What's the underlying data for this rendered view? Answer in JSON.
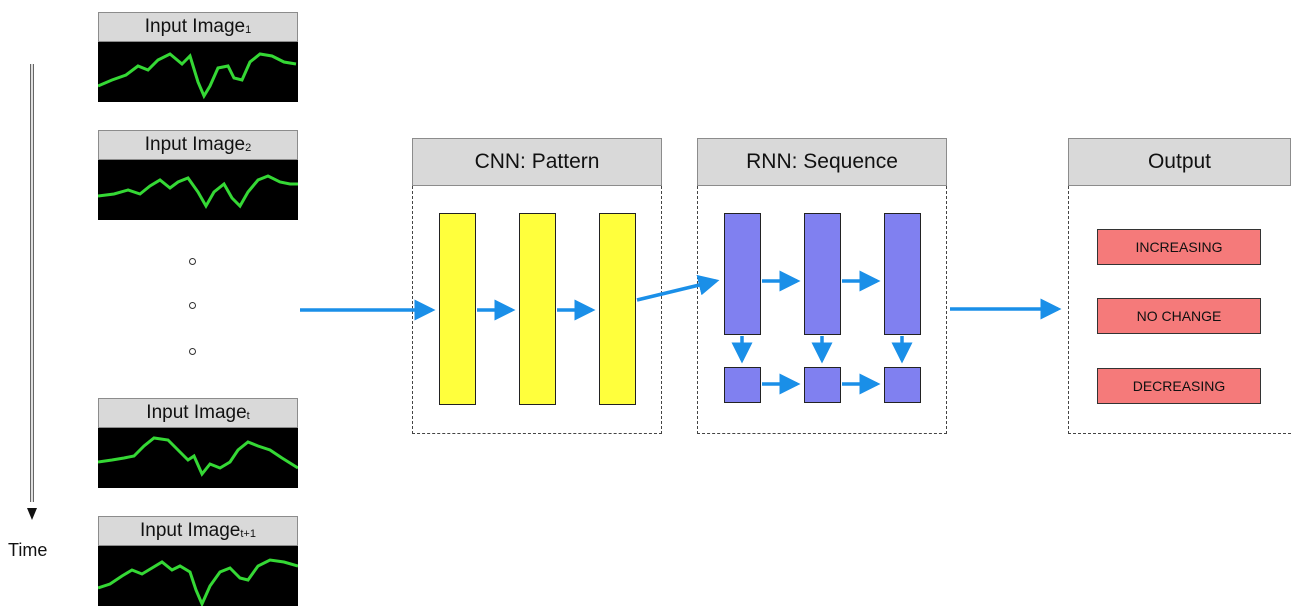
{
  "inputs": [
    {
      "label": "Input Image",
      "sub": "1"
    },
    {
      "label": "Input Image",
      "sub": "2"
    },
    {
      "label": "Input Image",
      "sub": "t"
    },
    {
      "label": "Input Image",
      "sub": "t+1"
    }
  ],
  "time_label": "Time",
  "cnn": {
    "title": "CNN: Pattern"
  },
  "rnn": {
    "title": "RNN: Sequence"
  },
  "output": {
    "title": "Output",
    "classes": [
      "INCREASING",
      "NO CHANGE",
      "DECREASING"
    ]
  },
  "colors": {
    "cnn_layer": "#ffff3c",
    "rnn_cell": "#8080f0",
    "arrow": "#1a8fe8",
    "output_box": "#f57a7a",
    "plot_line": "#35d835",
    "header": "#d9d9d9"
  }
}
